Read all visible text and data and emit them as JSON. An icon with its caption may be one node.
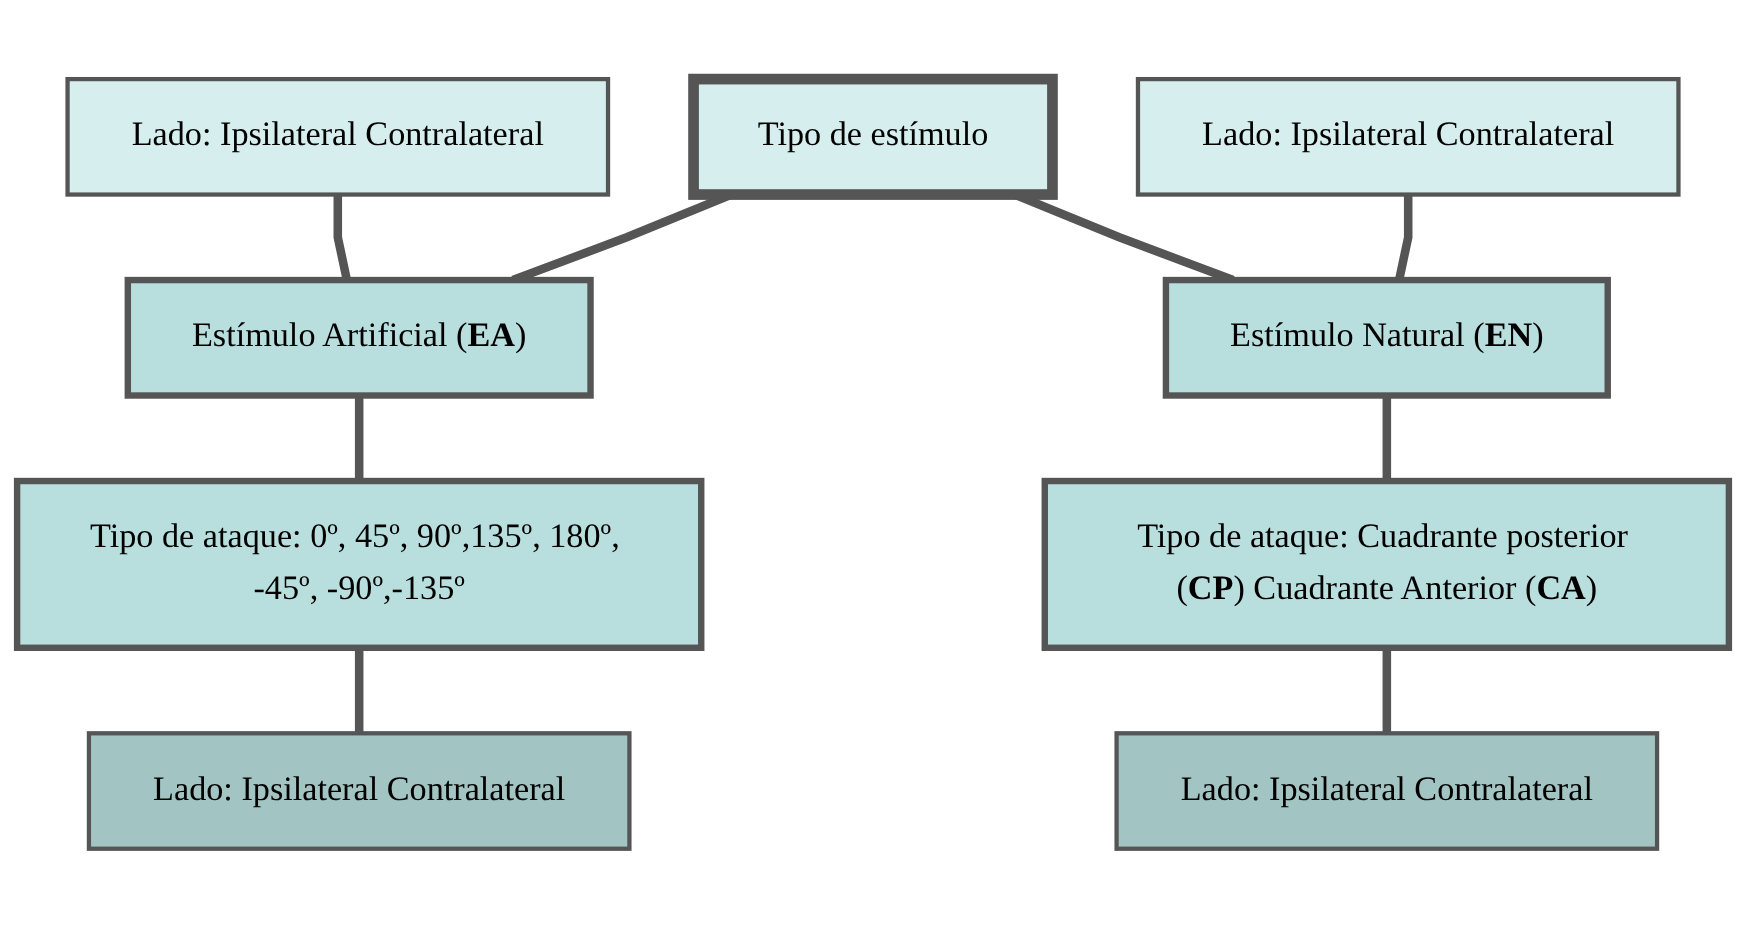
{
  "diagram": {
    "nodes": [
      {
        "text": [
          "Lado: Ipsilateral Contralateral"
        ]
      },
      {
        "text": [
          "Tipo de estímulo"
        ]
      },
      {
        "text": [
          "Lado: Ipsilateral Contralateral"
        ]
      },
      {
        "text": [
          "Estímulo Artificial (**EA**)"
        ]
      },
      {
        "text": [
          "Estímulo Natural (**EN**)"
        ]
      },
      {
        "text": [
          "Tipo de ataque: 0º, 45º, 90º,135º, 180º, -45º, -90º,-135º"
        ]
      },
      {
        "text": [
          "Tipo de ataque: Cuadrante posterior (**CP**) Cuadrante Anterior (**CA**)"
        ]
      },
      {
        "text": [
          "Lado: Ipsilateral Contralateral"
        ]
      },
      {
        "text": [
          "Lado: Ipsilateral Contralateral"
        ]
      }
    ],
    "edges": [
      {
        "from": 1,
        "to": 3,
        "arrow": "none"
      },
      {
        "from": 1,
        "to": 4,
        "arrow": "none"
      },
      {
        "from": 0,
        "to": 3,
        "arrow": "none"
      },
      {
        "from": 2,
        "to": 4,
        "arrow": "none"
      },
      {
        "from": 3,
        "to": 5,
        "arrow": "none"
      },
      {
        "from": 4,
        "to": 6,
        "arrow": "none"
      },
      {
        "from": 5,
        "to": 7,
        "arrow": "none"
      },
      {
        "from": 6,
        "to": 8,
        "arrow": "none"
      }
    ]
  }
}
